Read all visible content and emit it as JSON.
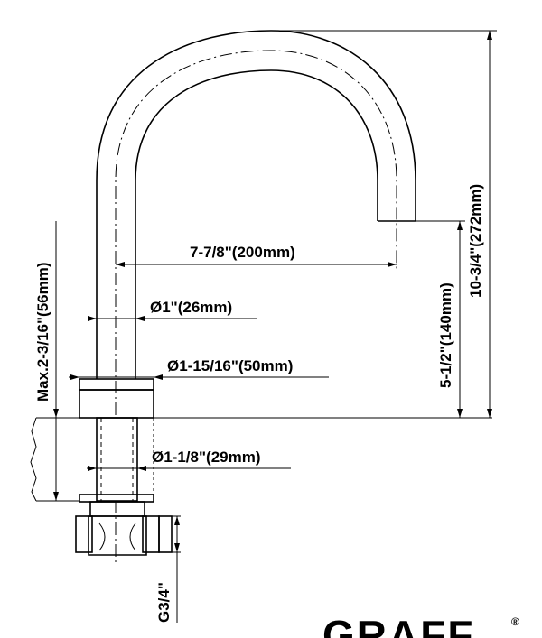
{
  "dimensions": {
    "spout_reach": "7-7/8\"(200mm)",
    "tube_diameter": "Ø1\"(26mm)",
    "base_diameter": "Ø1-15/16\"(50mm)",
    "shank_diameter": "Ø1-1/8\"(29mm)",
    "max_deck_thickness": "Max.2-3/16\"(56mm)",
    "spout_height": "5-1/2\"(140mm)",
    "overall_height": "10-3/4\"(272mm)",
    "thread": "G3/4\""
  },
  "brand": {
    "logo_text": "GRAFF",
    "registered_mark": "®"
  }
}
